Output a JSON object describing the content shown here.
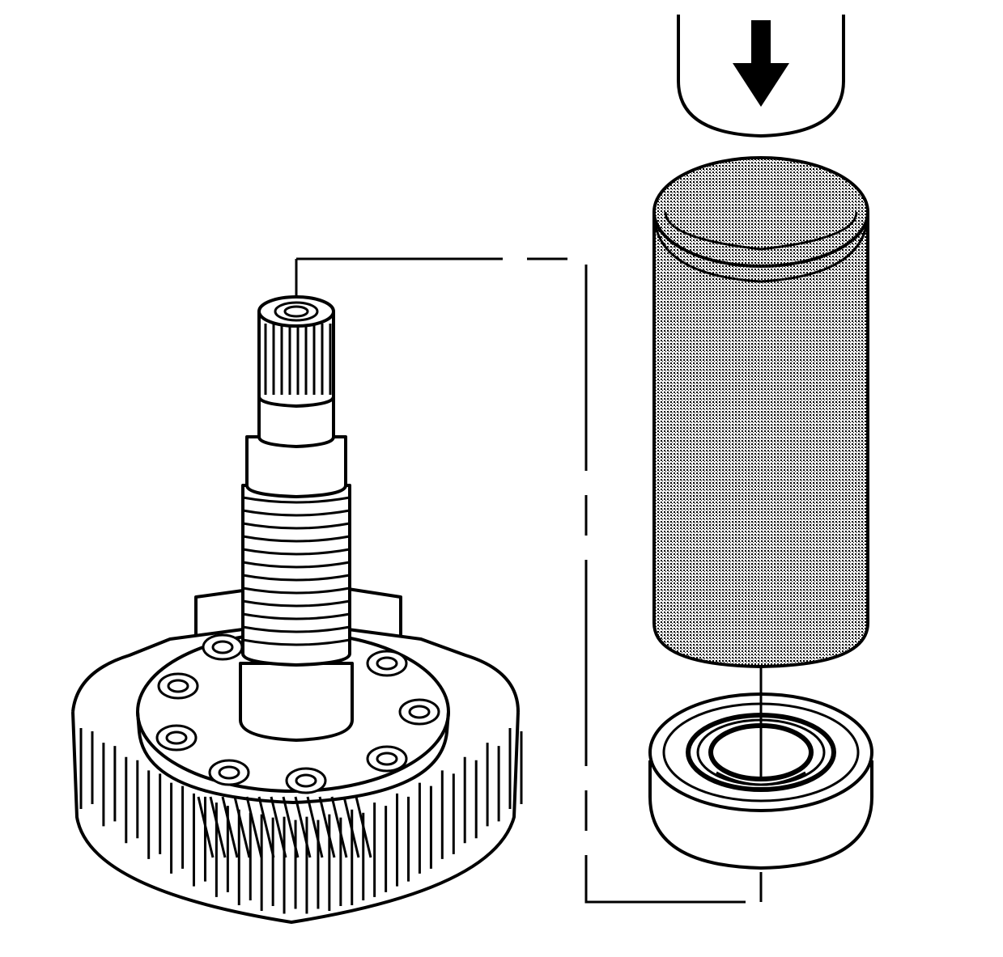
{
  "diagram": {
    "kind": "installation-illustration",
    "line_color": "#000000",
    "background": "#ffffff",
    "tool_fill": "#bdbdbd",
    "press_direction": "down",
    "components": [
      {
        "id": "press-ram",
        "icon": "press-ram-icon"
      },
      {
        "id": "press-arrow",
        "icon": "arrow-down-icon"
      },
      {
        "id": "installer-tool",
        "icon": "cylinder-tool-icon"
      },
      {
        "id": "ball-bearing",
        "icon": "bearing-icon"
      },
      {
        "id": "planetary-carrier-shaft",
        "icon": "carrier-shaft-icon"
      }
    ],
    "callout_style": "dashed-leader"
  }
}
